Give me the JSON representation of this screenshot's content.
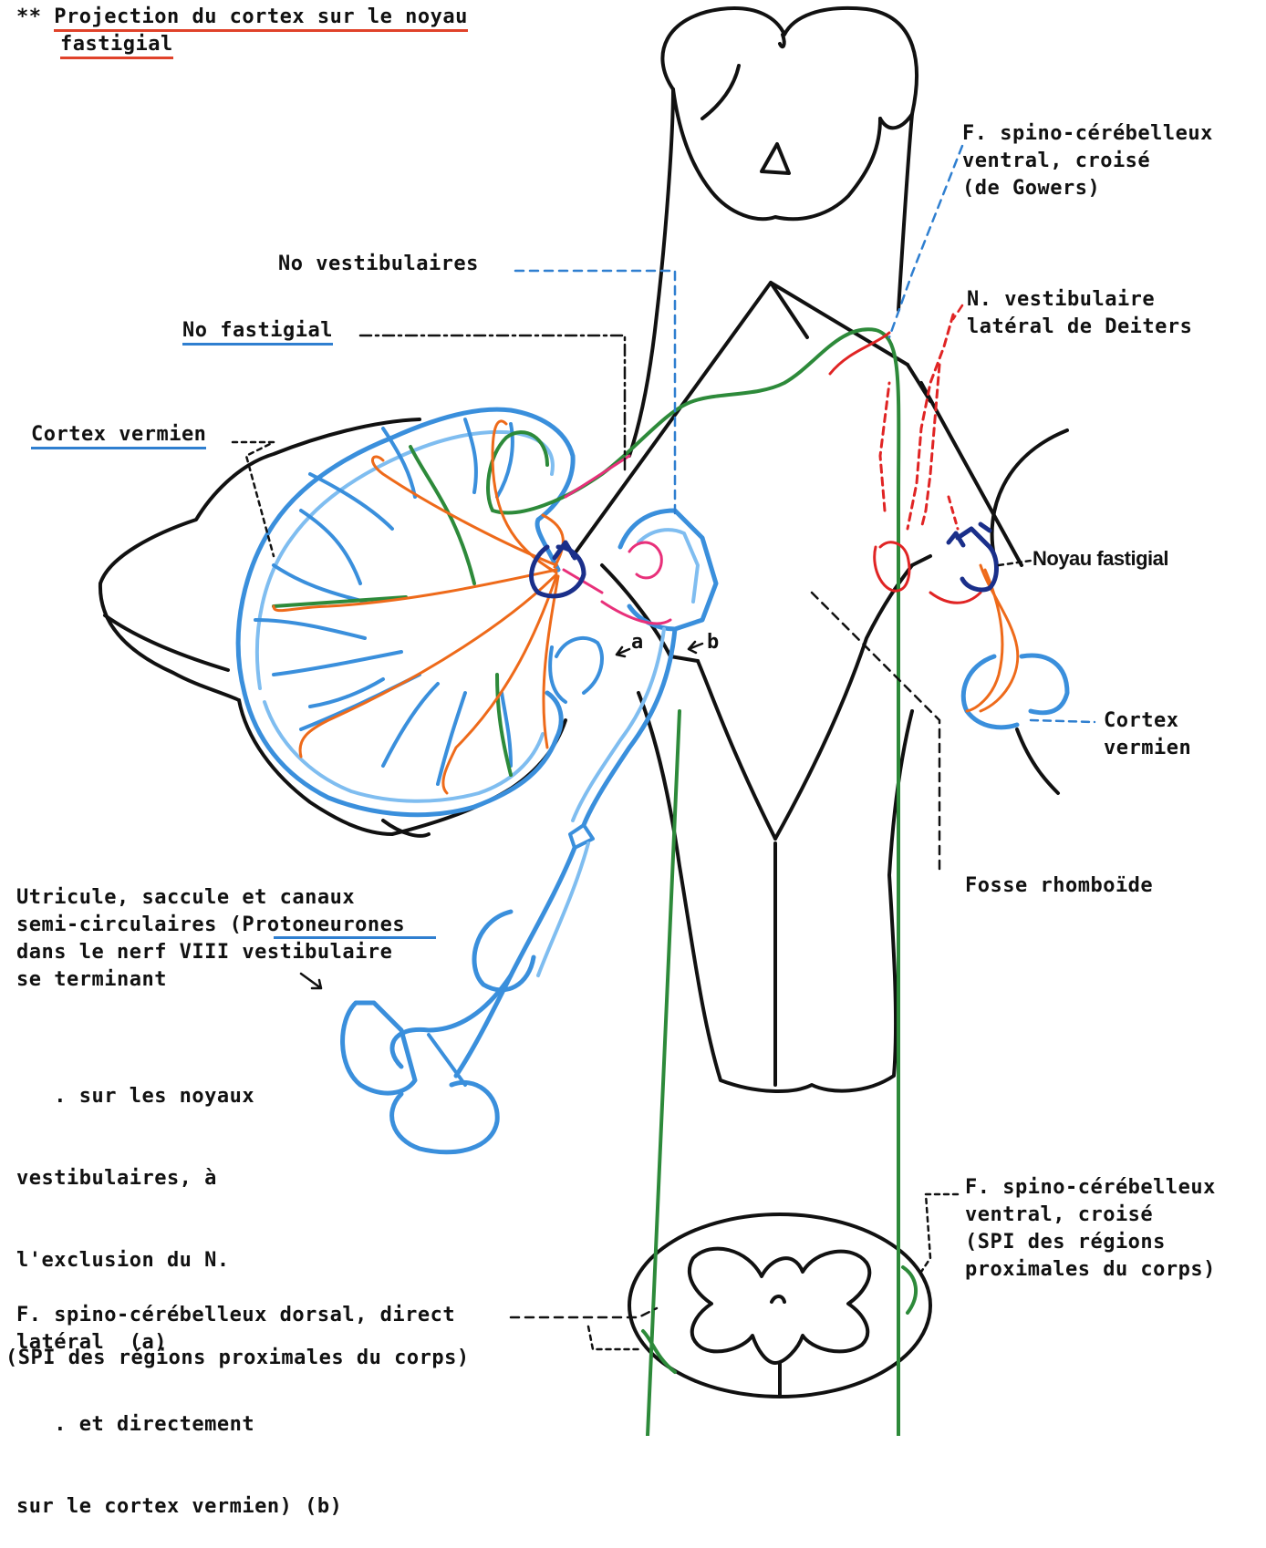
{
  "title": {
    "prefix": "**",
    "line1": "Projection du cortex sur le noyau",
    "line2": "fastigial"
  },
  "labels": {
    "spino_ventral_top": [
      "F. spino-cérébelleux",
      "ventral, croisé",
      "(de Gowers)"
    ],
    "no_vestibulaires": "No vestibulaires",
    "no_fastigial": "No fastigial",
    "n_vestibulaire_lateral": [
      "N. vestibulaire",
      "latéral de Deiters"
    ],
    "cortex_vermien_left": "Cortex vermien",
    "noyau_fastigial": "Noyau fastigial",
    "cortex_vermien_right": [
      "Cortex",
      "vermien"
    ],
    "fosse_rhomboide": "Fosse rhomboïde",
    "marker_a": "a",
    "marker_b": "b",
    "vestibular_text": [
      "Utricule, saccule et canaux",
      "semi-circulaires (Protoneurones",
      "dans le nerf VIII vestibulaire",
      "se terminant"
    ],
    "vestibular_text2": [
      "   . sur les noyaux",
      "vestibulaires, à",
      "l'exclusion du N.",
      "latéral  (a)",
      "   . et directement",
      "sur le cortex vermien) (b)"
    ],
    "spino_ventral_bottom": [
      "F. spino-cérébelleux",
      "ventral, croisé",
      "(SPI des régions",
      "proximales du corps)"
    ],
    "spino_dorsal": "F. spino-cérébelleux dorsal, direct",
    "spi_dorsal": "(SPI des régions proximales du corps)"
  },
  "colors": {
    "outline": "#111111",
    "cortex_blue": "#3a8fdc",
    "light_blue": "#7fbdf0",
    "dark_blue": "#1a2f8a",
    "green": "#2d8a3a",
    "orange": "#ee6a1a",
    "red": "#e02424",
    "pink": "#e8307a"
  }
}
